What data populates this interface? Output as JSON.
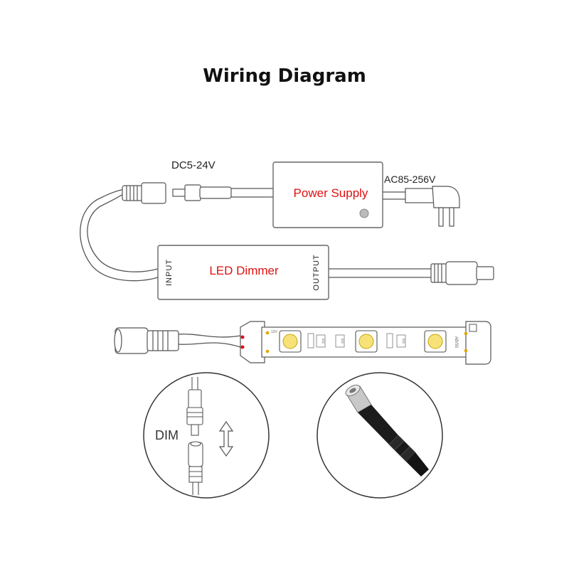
{
  "title": "Wiring Diagram",
  "labels": {
    "dc_voltage": "DC5-24V",
    "ac_voltage": "AC85-256V",
    "power_supply": "Power Supply",
    "led_dimmer": "LED Dimmer",
    "input": "INPUT",
    "output": "OUTPUT",
    "dim": "DIM"
  },
  "strip_markings": {
    "resistor_1": "331",
    "resistor_2": "331",
    "resistor_3": "331",
    "polarity_plus": "12V",
    "end_mark": "AB/50"
  },
  "colors": {
    "label_red": "#e01010",
    "line": "#555555",
    "led": "#f7e27a"
  }
}
